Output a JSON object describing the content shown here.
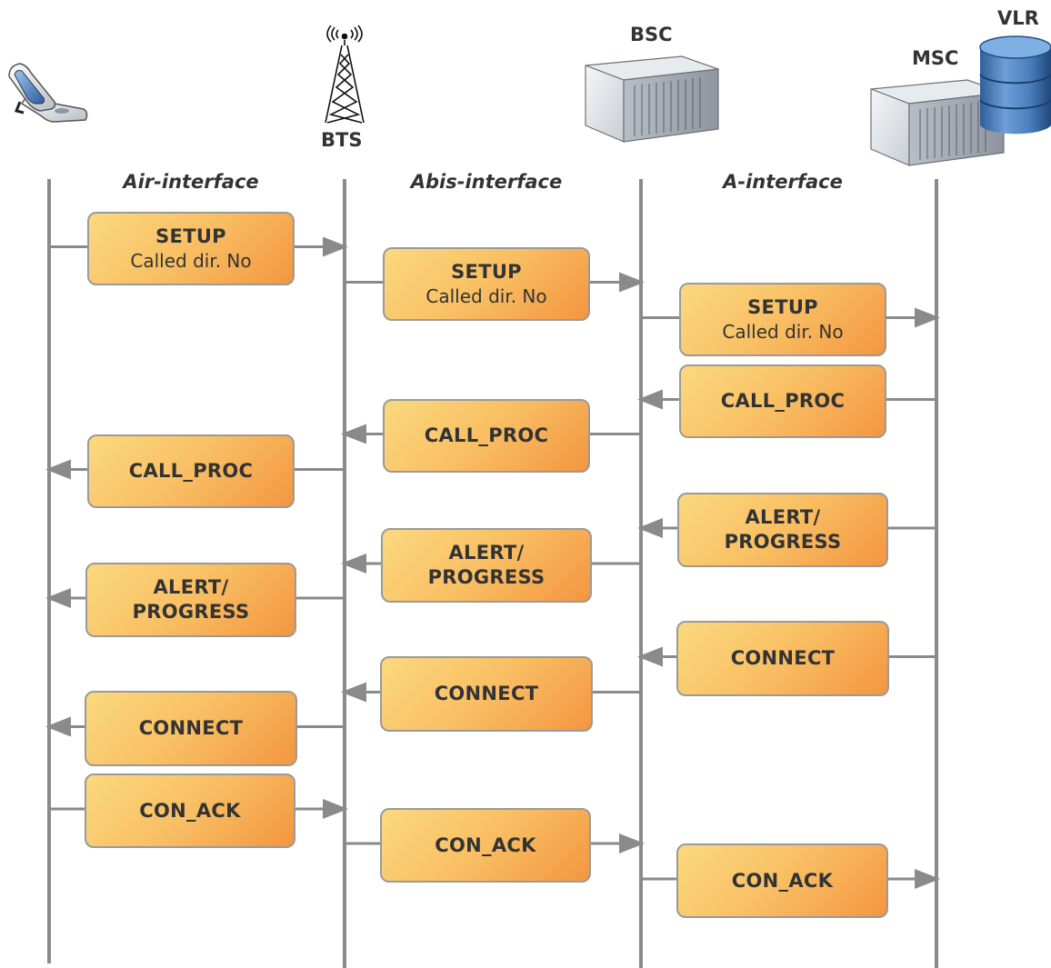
{
  "nodes": {
    "bts": "BTS",
    "bsc": "BSC",
    "msc": "MSC",
    "vlr": "VLR"
  },
  "interfaces": {
    "air": "Air-interface",
    "abis": "Abis-interface",
    "a": "A-interface"
  },
  "messages": [
    {
      "id": "m1",
      "title": "SETUP",
      "sub": "Called dir. No",
      "seg": 0,
      "dir": "right"
    },
    {
      "id": "m2",
      "title": "SETUP",
      "sub": "Called dir. No",
      "seg": 1,
      "dir": "right"
    },
    {
      "id": "m3",
      "title": "SETUP",
      "sub": "Called dir. No",
      "seg": 2,
      "dir": "right"
    },
    {
      "id": "m4",
      "title": "CALL_PROC",
      "sub": "",
      "seg": 2,
      "dir": "left"
    },
    {
      "id": "m5",
      "title": "CALL_PROC",
      "sub": "",
      "seg": 1,
      "dir": "left"
    },
    {
      "id": "m6",
      "title": "CALL_PROC",
      "sub": "",
      "seg": 0,
      "dir": "left"
    },
    {
      "id": "m7",
      "title": "ALERT/\nPROGRESS",
      "sub": "",
      "seg": 2,
      "dir": "left"
    },
    {
      "id": "m8",
      "title": "ALERT/\nPROGRESS",
      "sub": "",
      "seg": 1,
      "dir": "left"
    },
    {
      "id": "m9",
      "title": "ALERT/\nPROGRESS",
      "sub": "",
      "seg": 0,
      "dir": "left"
    },
    {
      "id": "m10",
      "title": "CONNECT",
      "sub": "",
      "seg": 2,
      "dir": "left"
    },
    {
      "id": "m11",
      "title": "CONNECT",
      "sub": "",
      "seg": 1,
      "dir": "left"
    },
    {
      "id": "m12",
      "title": "CONNECT",
      "sub": "",
      "seg": 0,
      "dir": "left"
    },
    {
      "id": "m13",
      "title": "CON_ACK",
      "sub": "",
      "seg": 0,
      "dir": "right"
    },
    {
      "id": "m14",
      "title": "CON_ACK",
      "sub": "",
      "seg": 1,
      "dir": "right"
    },
    {
      "id": "m15",
      "title": "CON_ACK",
      "sub": "",
      "seg": 2,
      "dir": "right"
    }
  ],
  "colors": {
    "lifeline": "#8a8a8a",
    "box_border": "#9a9a9a",
    "box_fill_light": "#fbd97e",
    "box_fill_dark": "#f39640",
    "text": "#333333"
  },
  "icons": [
    "mobile-phone-icon",
    "bts-tower-icon",
    "bsc-rack-icon",
    "msc-rack-icon",
    "vlr-database-icon"
  ]
}
